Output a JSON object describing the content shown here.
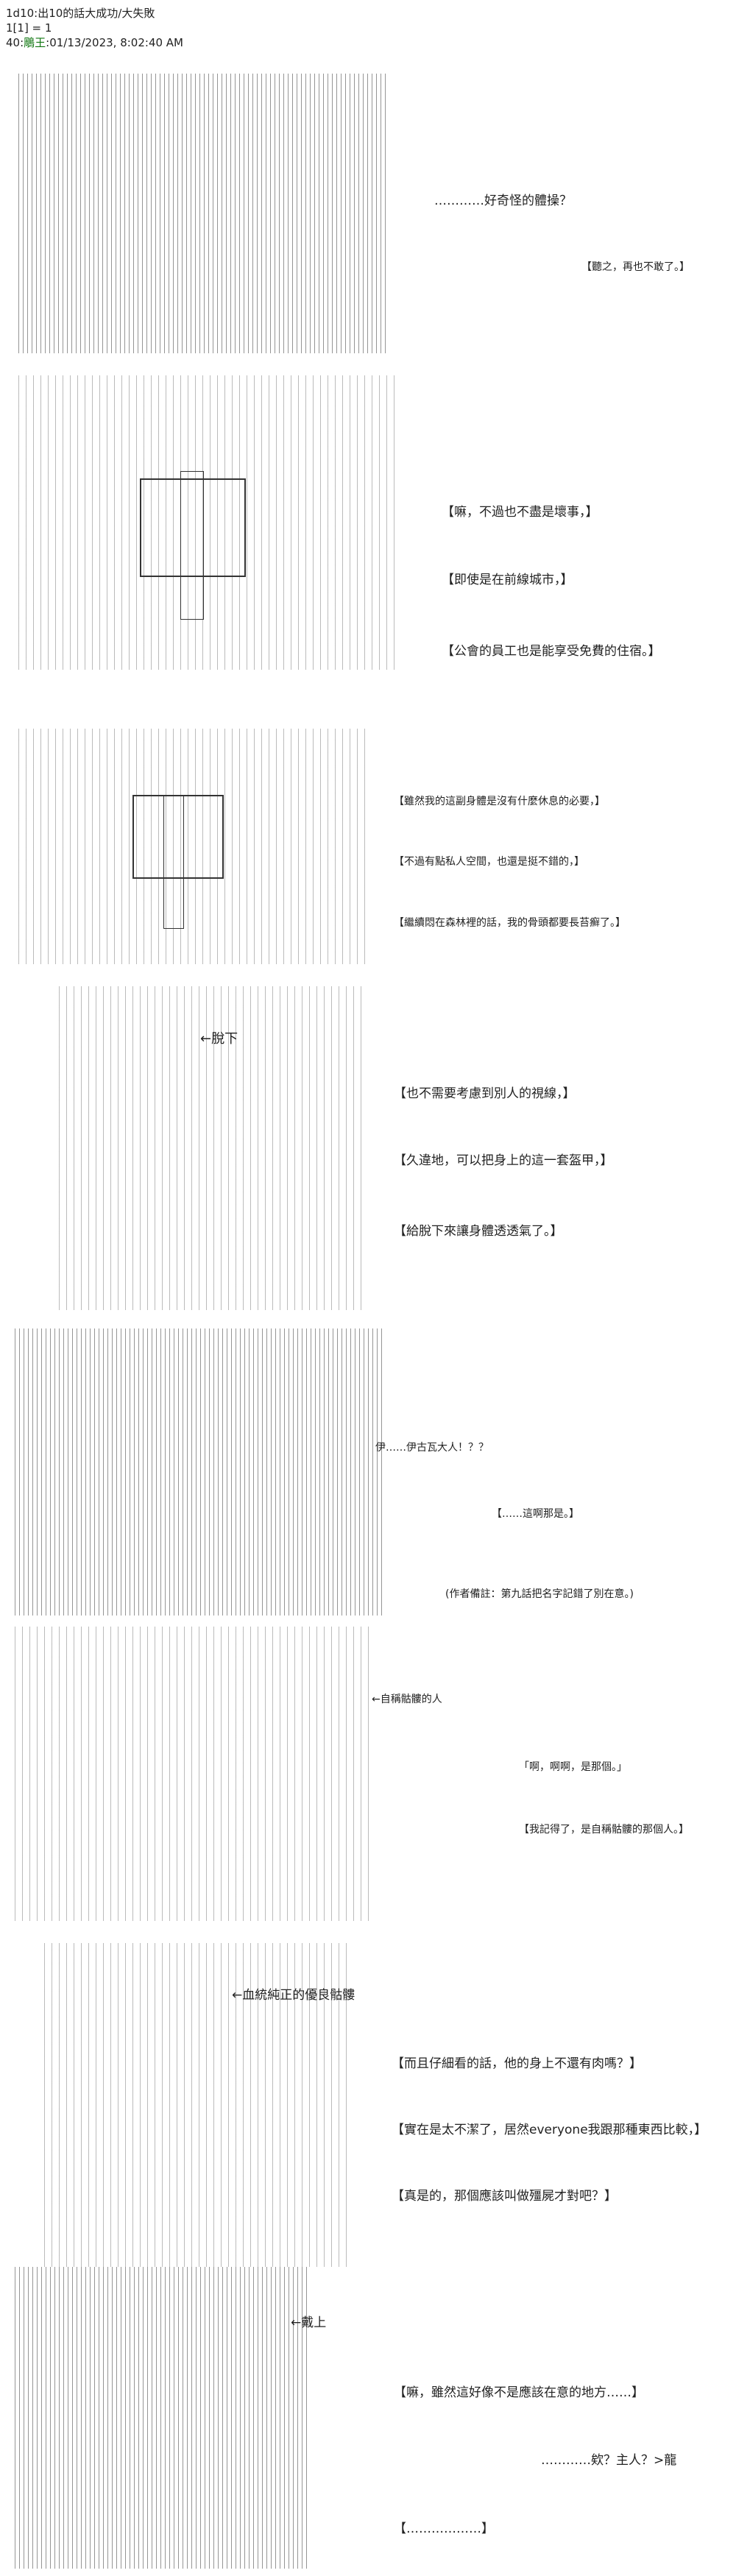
{
  "header": {
    "title_line": "1d10:出10的話大成功/大失敗",
    "roll_line": "1[1] = 1",
    "post_number": "40:",
    "poster_name": "鵰王",
    "timestamp": ":01/13/2023, 8:02:40 AM"
  },
  "panels": [
    {
      "lines": [
        "…………好奇怪的體操？",
        "【聽之，再也不敢了。】"
      ]
    },
    {
      "lines": [
        "【嘛，不過也不盡是壞事，】",
        "【即使是在前線城市，】",
        "【公會的員工也是能享受免費的住宿。】"
      ]
    },
    {
      "lines": [
        "【雖然我的這副身體是沒有什麼休息的必要，】",
        "【不過有點私人空間，也還是挺不錯的，】",
        "【繼續悶在森林裡的話，我的骨頭都要長苔癬了。】"
      ]
    },
    {
      "arrow": "←脫下",
      "lines": [
        "【也不需要考慮到別人的視線，】",
        "【久違地，可以把身上的這一套盔甲，】",
        "【給脫下來讓身體透透氣了。】"
      ]
    },
    {
      "lines": [
        "伊……伊古瓦大人！？？",
        "【……這啊那是。】",
        "(作者備註：第九話把名字記錯了別在意。)"
      ]
    },
    {
      "arrow": "←自稱骷髏的人",
      "lines": [
        "「啊，啊啊，是那個。」",
        "【我記得了，是自稱骷髏的那個人。】"
      ]
    },
    {
      "arrow": "←血統純正的優良骷髏",
      "lines": [
        "【而且仔細看的話，他的身上不還有肉嗎？】",
        "【實在是太不潔了，居然everyone我跟那種東西比較，】",
        "【真是的，那個應該叫做殭屍才對吧？】"
      ]
    },
    {
      "arrow": "←戴上",
      "lines": [
        "【嘛，雖然這好像不是應該在意的地方……】",
        "…………欸？主人？>龍",
        "【………………】"
      ]
    }
  ]
}
